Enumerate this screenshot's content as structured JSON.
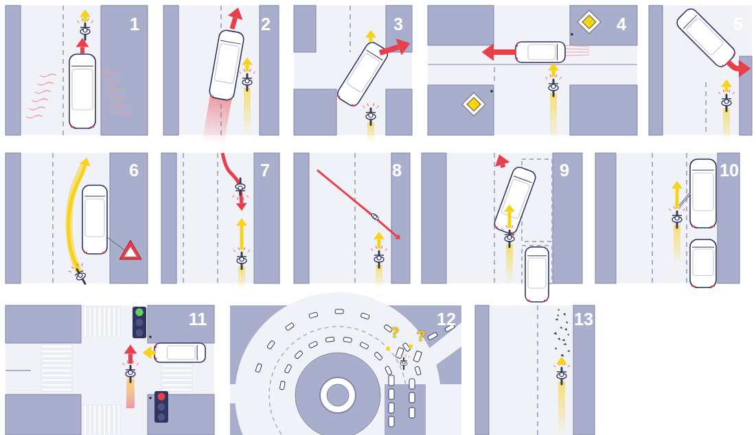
{
  "diagram": {
    "labels": [
      "1",
      "2",
      "3",
      "4",
      "5",
      "6",
      "7",
      "8",
      "9",
      "10",
      "11",
      "12",
      "13",
      "?",
      "?"
    ]
  }
}
